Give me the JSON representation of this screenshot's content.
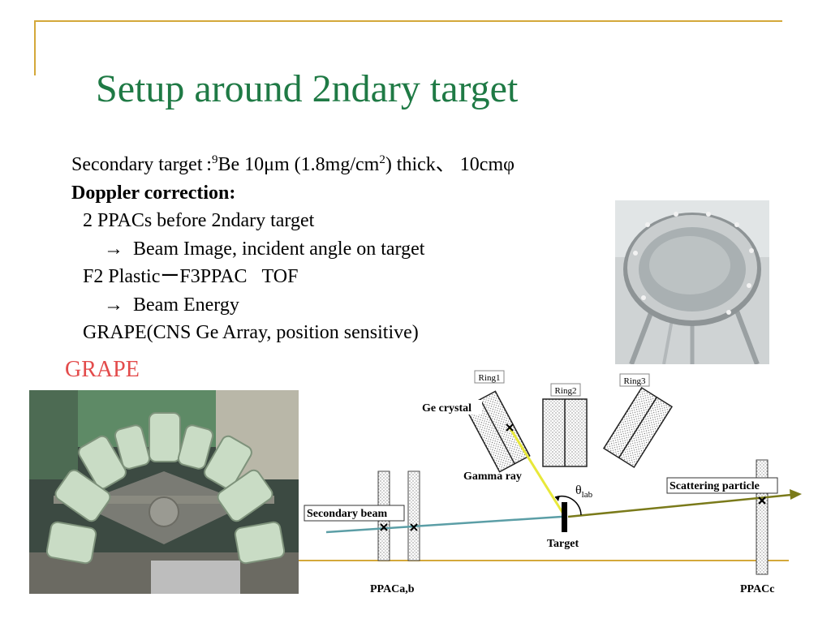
{
  "slide": {
    "title": "Setup around 2ndary target",
    "bullets": {
      "line1_prefix": "Secondary target :",
      "line1_sup_mass": "9",
      "line1_mid": "Be 10μm (1.8mg/cm",
      "line1_sup_unit": "2",
      "line1_suffix": ") thick、 10cmφ",
      "doppler": "Doppler correction:",
      "ppacs": "2 PPACs before 2ndary target",
      "arrow1": "→  Beam Image, incident angle on target",
      "f2": "F2 PlasticーF3PPAC   TOF",
      "arrow2": "→  Beam Energy",
      "grape_desc": "GRAPE(CNS Ge Array, position sensitive)"
    },
    "grape_label": "GRAPE"
  },
  "diagram": {
    "ring1": "Ring1",
    "ring2": "Ring2",
    "ring3": "Ring3",
    "ge_crystal": "Ge crystal",
    "gamma_ray": "Gamma ray",
    "theta": "θ",
    "theta_sub": "lab",
    "scattering": "Scattering particle",
    "secondary_beam": "Secondary beam",
    "target": "Target",
    "ppac_ab": "PPACa,b",
    "ppac_c": "PPACc"
  },
  "colors": {
    "title": "#1f7a45",
    "frame": "#d4a83a",
    "grape_label": "#e34b4b",
    "beam": "#5b9ea6",
    "gamma": "#e8e83a",
    "scattered": "#7a7a1a",
    "baseline": "#d4a83a"
  }
}
